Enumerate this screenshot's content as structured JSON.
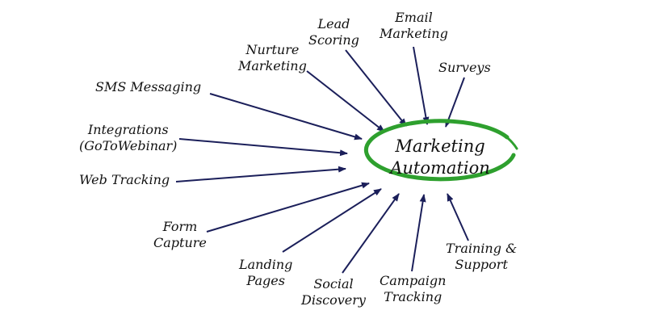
{
  "center": {
    "line1": "Marketing",
    "line2": "Automation",
    "ring_color": "#2ea02e"
  },
  "arrow_color": "#1b1f5a",
  "nodes": [
    {
      "id": "lead-scoring",
      "lines": [
        "Lead",
        "Scoring"
      ]
    },
    {
      "id": "email-marketing",
      "lines": [
        "Email",
        "Marketing"
      ]
    },
    {
      "id": "nurture-marketing",
      "lines": [
        "Nurture",
        "Marketing"
      ]
    },
    {
      "id": "surveys",
      "lines": [
        "Surveys"
      ]
    },
    {
      "id": "sms-messaging",
      "lines": [
        "SMS Messaging"
      ]
    },
    {
      "id": "integrations",
      "lines": [
        "Integrations",
        "(GoToWebinar)"
      ]
    },
    {
      "id": "web-tracking",
      "lines": [
        "Web Tracking"
      ]
    },
    {
      "id": "form-capture",
      "lines": [
        "Form",
        "Capture"
      ]
    },
    {
      "id": "landing-pages",
      "lines": [
        "Landing",
        "Pages"
      ]
    },
    {
      "id": "social-discovery",
      "lines": [
        "Social",
        "Discovery"
      ]
    },
    {
      "id": "campaign-tracking",
      "lines": [
        "Campaign",
        "Tracking"
      ]
    },
    {
      "id": "training-support",
      "lines": [
        "Training &",
        "Support"
      ]
    }
  ]
}
